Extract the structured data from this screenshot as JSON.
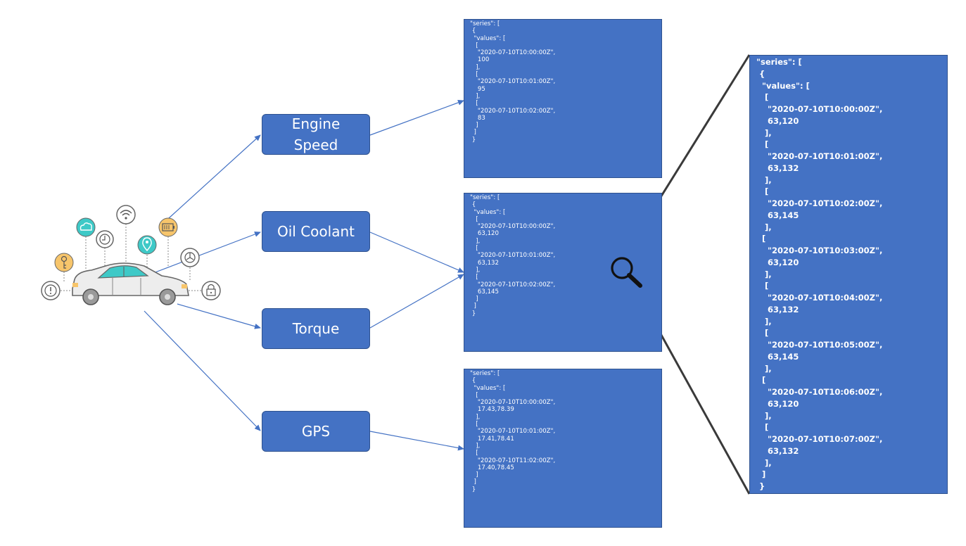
{
  "diagram": {
    "nodes": {
      "engine_speed": "Engine\nSpeed",
      "oil_coolant": "Oil Coolant",
      "torque": "Torque",
      "gps": "GPS"
    },
    "panels": {
      "engine_speed_json": "\"series\": [\n {\n  \"values\": [\n   [\n    \"2020-07-10T10:00:00Z\",\n    100\n   ],\n   [\n    \"2020-07-10T10:01:00Z\",\n    95\n   ],\n   [\n    \"2020-07-10T10:02:00Z\",\n    83\n   ]\n  ]\n }",
      "oil_torque_json": "\"series\": [\n {\n  \"values\": [\n   [\n    \"2020-07-10T10:00:00Z\",\n    63,120\n   ],\n   [\n    \"2020-07-10T10:01:00Z\",\n    63,132\n   ],\n   [\n    \"2020-07-10T10:02:00Z\",\n    63,145\n   ]\n  ]\n }",
      "gps_json": "\"series\": [\n {\n  \"values\": [\n   [\n    \"2020-07-10T10:00:00Z\",\n    17.43,78.39\n   ],\n   [\n    \"2020-07-10T10:01:00Z\",\n    17.41,78.41\n   ],\n   [\n    \"2020-07-10T11:02:00Z\",\n    17.40,78.45\n   ]\n  ]\n }",
      "zoomed_json": "\"series\": [\n {\n  \"values\": [\n   [\n    \"2020-07-10T10:00:00Z\",\n    63,120\n   ],\n   [\n    \"2020-07-10T10:01:00Z\",\n    63,132\n   ],\n   [\n    \"2020-07-10T10:02:00Z\",\n    63,145\n   ],\n  [\n    \"2020-07-10T10:03:00Z\",\n    63,120\n   ],\n   [\n    \"2020-07-10T10:04:00Z\",\n    63,132\n   ],\n   [\n    \"2020-07-10T10:05:00Z\",\n    63,145\n   ],\n  [\n    \"2020-07-10T10:06:00Z\",\n    63,120\n   ],\n   [\n    \"2020-07-10T10:07:00Z\",\n    63,132\n   ],\n  ]\n }"
    },
    "icons": [
      "car-icon",
      "cloud-icon",
      "clock-icon",
      "wifi-icon",
      "location-pin-icon",
      "battery-icon",
      "key-icon",
      "speedometer-icon",
      "warning-icon",
      "lock-icon",
      "magnifier-icon"
    ],
    "colors": {
      "box_fill": "#4472c4",
      "box_border": "#2f528f",
      "arrow": "#4472c4",
      "icon_teal": "#3ec9c7",
      "icon_orange": "#f7c56b",
      "icon_gray": "#707070"
    }
  }
}
